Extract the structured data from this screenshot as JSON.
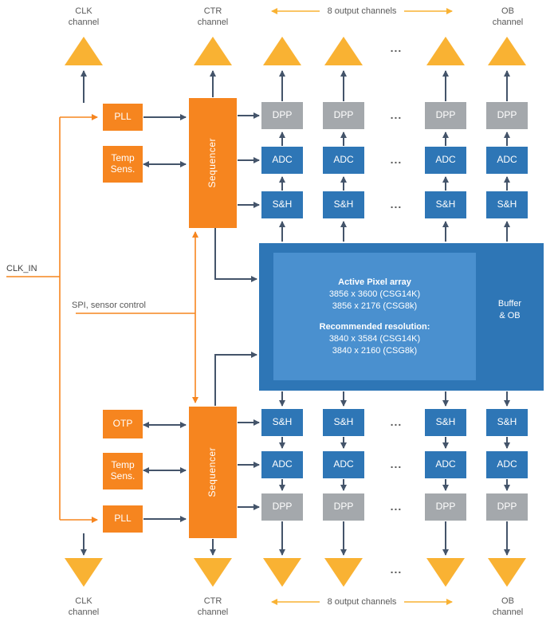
{
  "colors": {
    "block_orange": "#F6851F",
    "triangle_amber": "#F9B233",
    "block_blue": "#2E76B6",
    "array_inner_blue": "#4A90CF",
    "block_gray": "#A4A8AC",
    "arrow_dark": "#44546A",
    "label_gray": "#595959"
  },
  "channels": {
    "clk": "CLK\nchannel",
    "ctr": "CTR\nchannel",
    "output8": "8 output channels",
    "ob": "OB\nchannel"
  },
  "signals": {
    "clk_in": "CLK_IN",
    "spi": "SPI, sensor control"
  },
  "blocks": {
    "pll": "PLL",
    "temp_sens": "Temp\nSens.",
    "sequencer": "Sequencer",
    "otp": "OTP",
    "dpp": "DPP",
    "adc": "ADC",
    "sh": "S&H"
  },
  "pixel_array": {
    "title": "Active Pixel array",
    "res1": "3856 x 3600 (CSG14K)",
    "res2": "3856 x 2176 (CSG8k)",
    "rec_title": "Recommended resolution:",
    "rec1": "3840 x 3584 (CSG14K)",
    "rec2": "3840 x 2160 (CSG8k)",
    "buffer": "Buffer\n& OB"
  },
  "ellipsis": "..."
}
